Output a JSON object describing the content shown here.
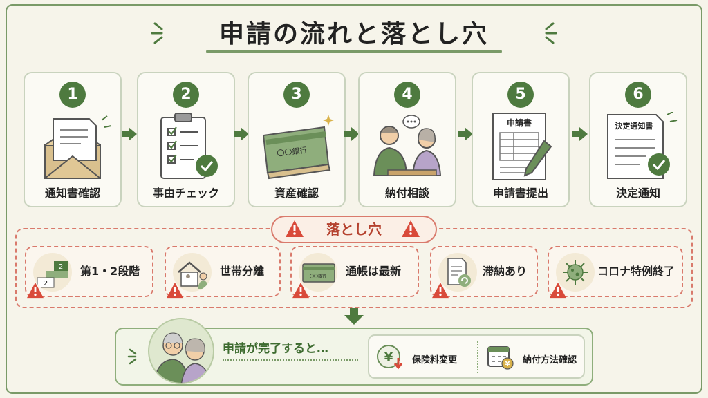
{
  "title": "申請の流れと落とし穴",
  "steps": [
    {
      "num": "1",
      "label": "通知書確認"
    },
    {
      "num": "2",
      "label": "事由チェック"
    },
    {
      "num": "3",
      "label": "資産確認",
      "illus_text": "〇〇銀行"
    },
    {
      "num": "4",
      "label": "納付相談"
    },
    {
      "num": "5",
      "label": "申請書提出",
      "illus_text": "申請書"
    },
    {
      "num": "6",
      "label": "決定通知",
      "illus_text": "決定通知書"
    }
  ],
  "pitfalls": {
    "title": "落とし穴",
    "items": [
      {
        "label": "第1・2段階",
        "illus_text_a": "2",
        "illus_text_b": "2"
      },
      {
        "label": "世帯分離"
      },
      {
        "label": "通帳は最新",
        "illus_text": "〇〇銀行"
      },
      {
        "label": "滞納あり"
      },
      {
        "label": "コロナ特例終了"
      }
    ]
  },
  "result": {
    "text": "申請が完了すると…",
    "items": [
      {
        "label": "保険料変更",
        "icon": "yen-down-icon"
      },
      {
        "label": "納付方法確認",
        "icon": "calendar-yen-icon"
      }
    ]
  },
  "colors": {
    "accent": "#4e7a3f",
    "warning": "#d94a3a",
    "background": "#f6f4ea"
  }
}
